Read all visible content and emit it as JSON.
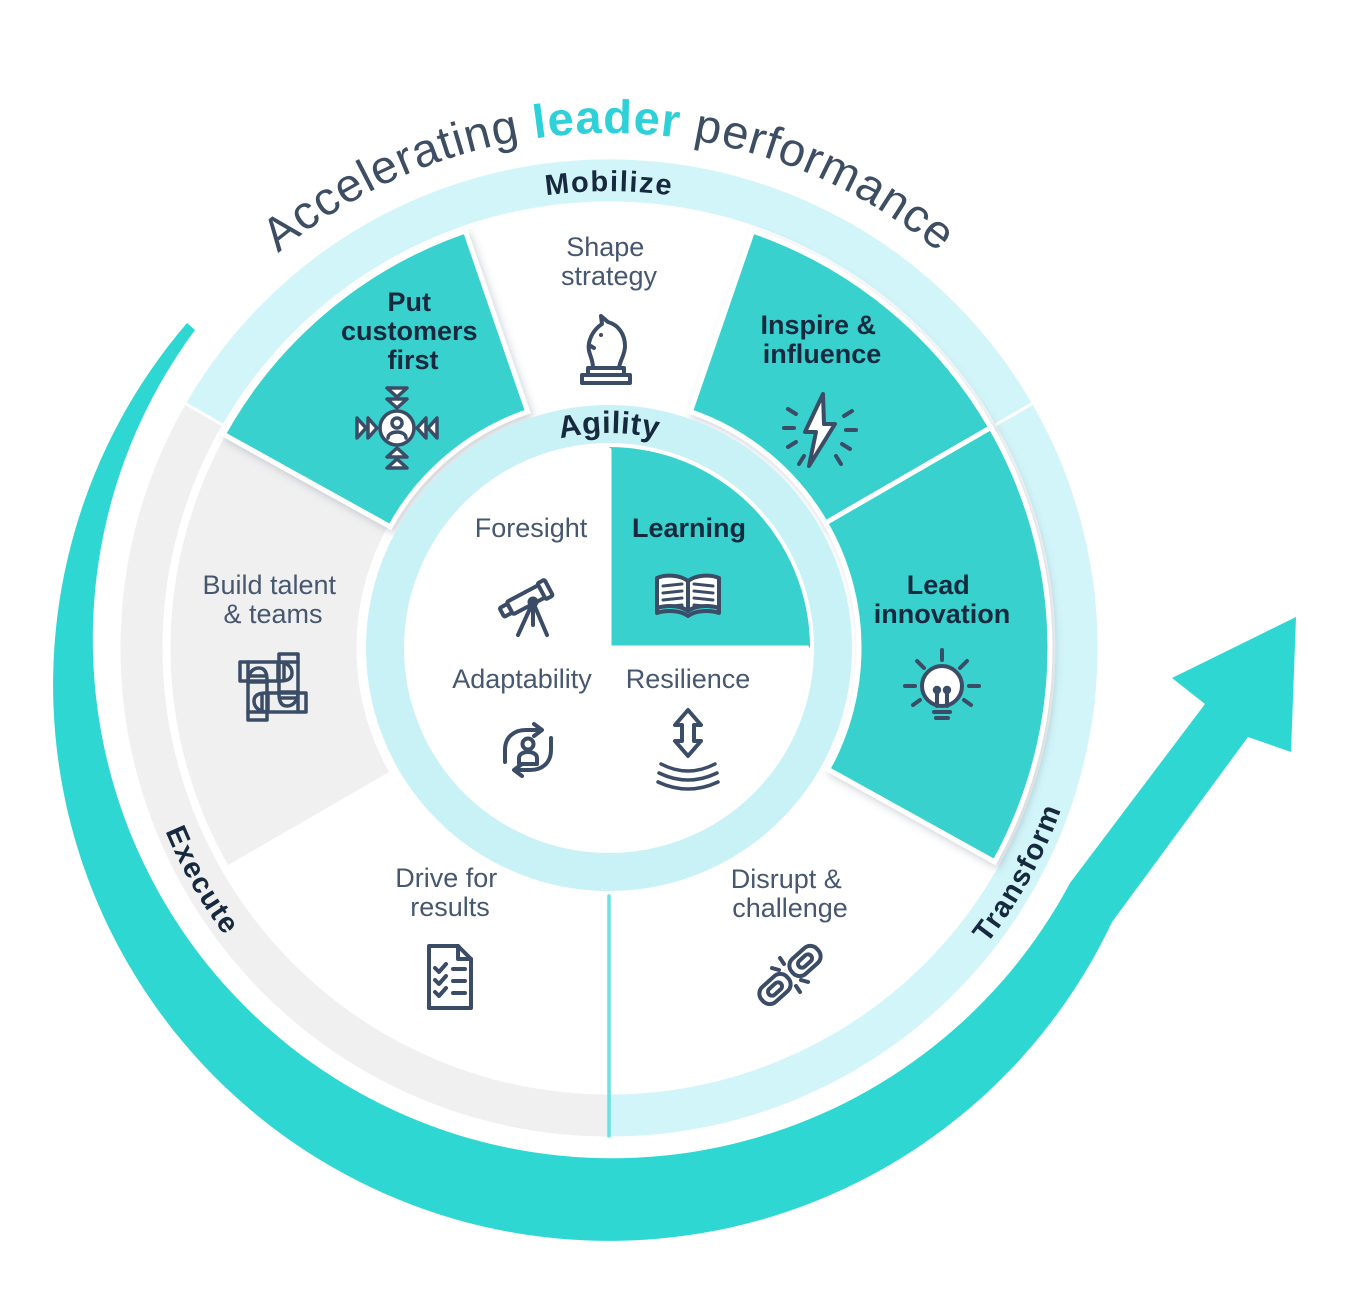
{
  "title": {
    "pre": "Accelerating ",
    "highlight": "leader",
    "post": " performance"
  },
  "phases": [
    {
      "id": "mobilize",
      "label": "Mobilize"
    },
    {
      "id": "execute",
      "label": "Execute"
    },
    {
      "id": "transform",
      "label": "Transform"
    }
  ],
  "wedges": [
    {
      "id": "shape-strategy",
      "label_lines": [
        "Shape",
        "strategy"
      ],
      "icon": "chess-knight-icon",
      "highlighted": false
    },
    {
      "id": "put-customers-first",
      "label_lines": [
        "Put",
        "customers",
        "first"
      ],
      "icon": "customer-focus-icon",
      "highlighted": true
    },
    {
      "id": "inspire-influence",
      "label_lines": [
        "Inspire &",
        "influence"
      ],
      "icon": "lightning-bolt-icon",
      "highlighted": true
    },
    {
      "id": "lead-innovation",
      "label_lines": [
        "Lead",
        "innovation"
      ],
      "icon": "lightbulb-icon",
      "highlighted": true
    },
    {
      "id": "disrupt-challenge",
      "label_lines": [
        "Disrupt &",
        "challenge"
      ],
      "icon": "broken-chain-icon",
      "highlighted": false
    },
    {
      "id": "drive-for-results",
      "label_lines": [
        "Drive for",
        "results"
      ],
      "icon": "checklist-icon",
      "highlighted": false
    },
    {
      "id": "build-talent-teams",
      "label_lines": [
        "Build talent",
        "& teams"
      ],
      "icon": "hands-together-icon",
      "highlighted": false
    }
  ],
  "core": {
    "label": "Agility",
    "quadrants": [
      {
        "id": "foresight",
        "label": "Foresight",
        "icon": "telescope-icon",
        "highlighted": false
      },
      {
        "id": "learning",
        "label": "Learning",
        "icon": "open-book-icon",
        "highlighted": true
      },
      {
        "id": "adaptability",
        "label": "Adaptability",
        "icon": "person-cycle-icon",
        "highlighted": false
      },
      {
        "id": "resilience",
        "label": "Resilience",
        "icon": "flex-arrow-icon",
        "highlighted": false
      }
    ]
  },
  "colors": {
    "teal": "#38d1ce",
    "arrow_teal": "#2fd7d3",
    "pale_cyan": "#d2f5f9",
    "agility_ring_cyan": "#c9f2f7",
    "pale_gray": "#f0f0f1",
    "navy_dark": "#16293e",
    "slate_text": "#46576e",
    "title_slate": "#3d4e63",
    "title_teal": "#2ed1d7",
    "icon_stroke": "#3b4d66",
    "divider_teal": "#6ee0dd"
  }
}
